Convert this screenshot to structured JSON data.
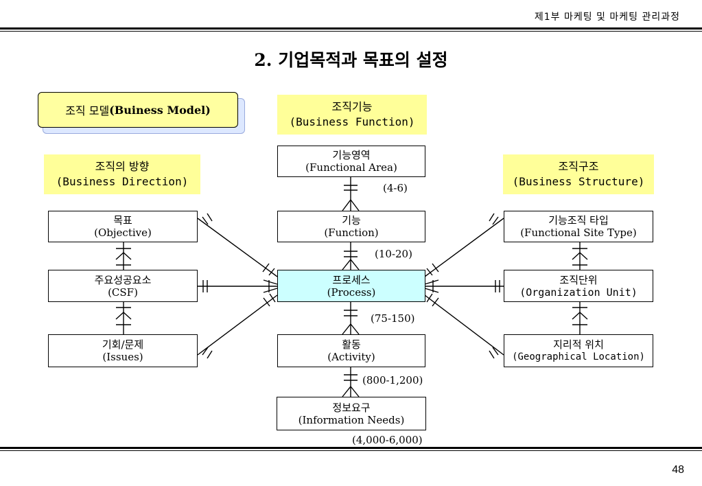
{
  "header": {
    "chapter": "제1부 마케팅 및 마케팅 관리과정",
    "title": "2. 기업목적과 목표의 설정",
    "page_number": "48"
  },
  "model": {
    "ko": "조직 모델",
    "en": "(Buiness Model)"
  },
  "categories": {
    "function": {
      "ko": "조직기능",
      "en": "(Business Function)"
    },
    "direction": {
      "ko": "조직의 방향",
      "en": "(Business Direction)"
    },
    "structure": {
      "ko": "조직구조",
      "en": "(Business Structure)"
    }
  },
  "boxes": {
    "functional_area": {
      "ko": "기능영역",
      "en": "(Functional Area)"
    },
    "function": {
      "ko": "기능",
      "en": "(Function)"
    },
    "process": {
      "ko": "프로세스",
      "en": "(Process)"
    },
    "activity": {
      "ko": "활동",
      "en": "(Activity)"
    },
    "information_needs": {
      "ko": "정보요구",
      "en": "(Information Needs)"
    },
    "objective": {
      "ko": "목표",
      "en": "(Objective)"
    },
    "csf": {
      "ko": "주요성공요소",
      "en": "(CSF)"
    },
    "issues": {
      "ko": "기회/문제",
      "en": "(Issues)"
    },
    "functional_site_type": {
      "ko": "기능조직 타입",
      "en": "(Functional Site Type)"
    },
    "organization_unit": {
      "ko": "조직단위",
      "en": "(Organization Unit)"
    },
    "geographical_location": {
      "ko": "지리적 위치",
      "en": "(Geographical Location)"
    }
  },
  "counts": {
    "area_to_function": "(4-6)",
    "function_to_process": "(10-20)",
    "process_to_activity": "(75-150)",
    "activity_to_info": "(800-1,200)",
    "info_total": "(4,000-6,000)"
  }
}
